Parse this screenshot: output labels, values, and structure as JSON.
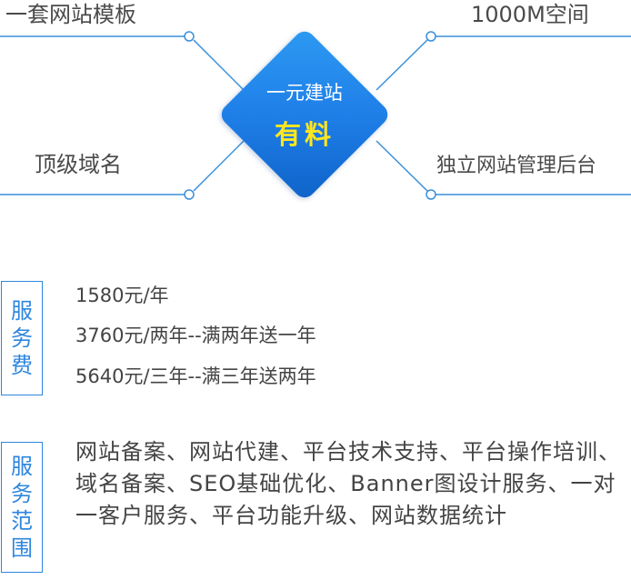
{
  "diagram": {
    "top_left": "一套网站模板",
    "top_right": "1000M空间",
    "bottom_left": "顶级域名",
    "bottom_right": "独立网站管理后台",
    "center_line1": "一元建站",
    "center_line2": "有料",
    "colors": {
      "line": "#3a8fdc",
      "diamond_start": "#2d9af2",
      "diamond_end": "#0e63c8",
      "highlight": "#ffe620"
    }
  },
  "fees": {
    "label": [
      "服",
      "务",
      "费"
    ],
    "lines": [
      "1580元/年",
      "3760元/两年--满两年送一年",
      "5640元/三年--满三年送两年"
    ]
  },
  "scope": {
    "label": [
      "服",
      "务",
      "范",
      "围"
    ],
    "text": "网站备案、网站代建、平台技术支持、平台操作培训、域名备案、SEO基础优化、Banner图设计服务、一对一客户服务、平台功能升级、网站数据统计"
  }
}
